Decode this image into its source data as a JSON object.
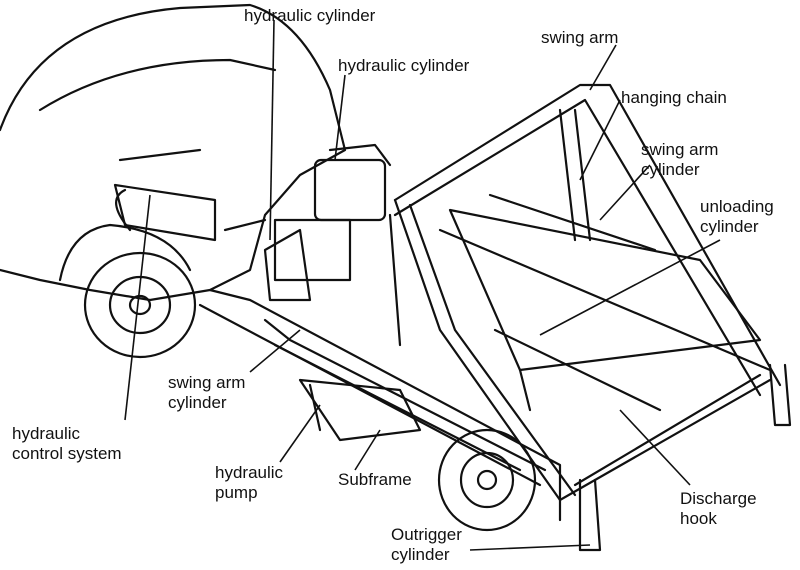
{
  "labels": {
    "hydraulic_cylinder_top": "hydraulic cylinder",
    "hydraulic_cylinder_2": "hydraulic cylinder",
    "swing_arm": "swing arm",
    "hanging_chain": "hanging chain",
    "swing_arm_cylinder_right": "swing arm\ncylinder",
    "unloading_cylinder": "unloading\ncylinder",
    "swing_arm_cylinder_left": "swing arm\ncylinder",
    "hydraulic_control_system": "hydraulic\ncontrol system",
    "hydraulic_pump": "hydraulic\npump",
    "subframe": "Subframe",
    "discharge_hook": "Discharge\nhook",
    "outrigger_cylinder": "Outrigger\ncylinder"
  }
}
